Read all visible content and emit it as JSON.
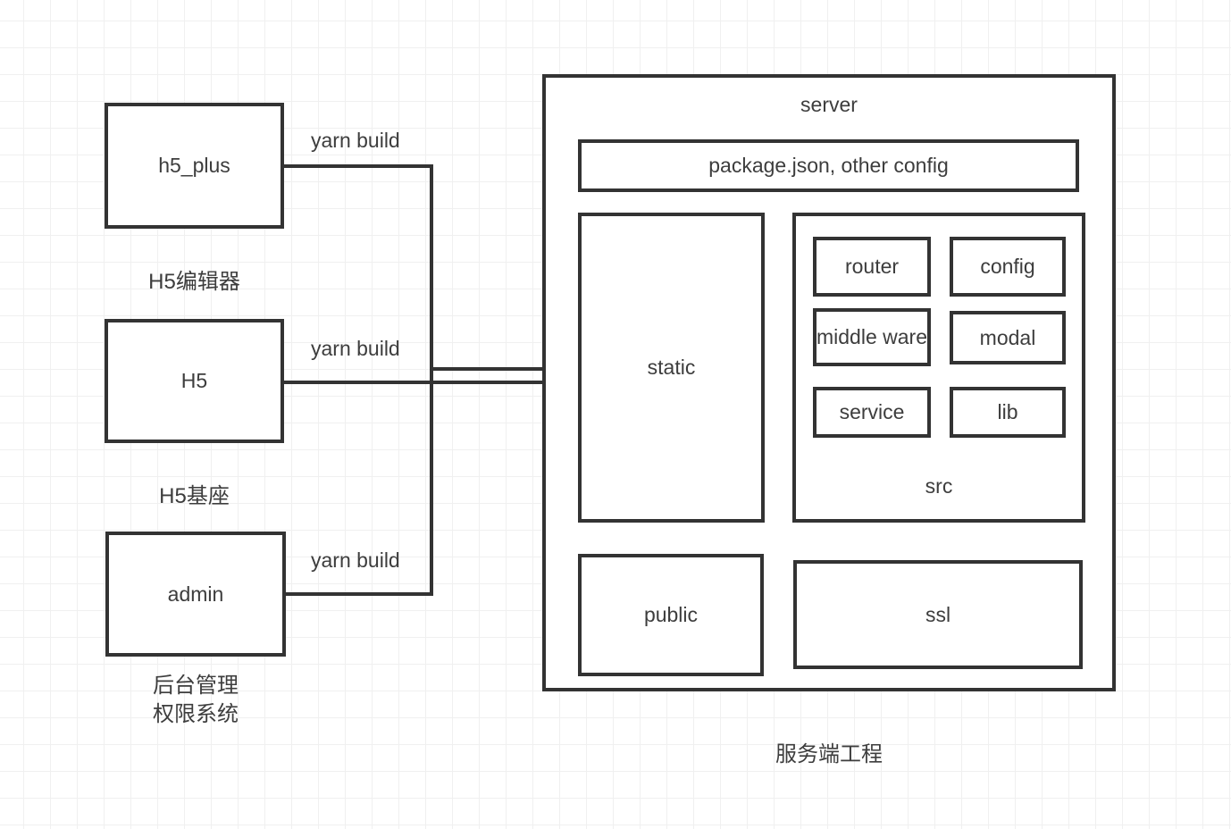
{
  "diagram": {
    "clients": [
      {
        "label": "h5_plus",
        "caption": "H5编辑器",
        "edge_label": "yarn build"
      },
      {
        "label": "H5",
        "caption": "H5基座",
        "edge_label": "yarn build"
      },
      {
        "label": "admin",
        "caption_line1": "后台管理",
        "caption_line2": "权限系统",
        "edge_label": "yarn build"
      }
    ],
    "server": {
      "title": "server",
      "config_box_label": "package.json, other config",
      "static_label": "static",
      "public_label": "public",
      "ssl_label": "ssl",
      "src": {
        "label": "src",
        "modules": [
          "router",
          "config",
          "middle ware",
          "modal",
          "service",
          "lib"
        ]
      },
      "caption": "服务端工程"
    },
    "colors": {
      "stroke": "#333333",
      "text": "#3d3d3d",
      "grid": "#f0f0f0",
      "background": "#ffffff"
    }
  }
}
